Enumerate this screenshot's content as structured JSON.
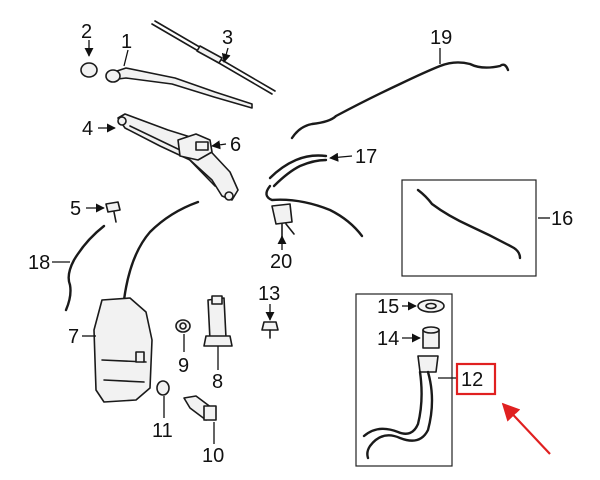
{
  "diagram": {
    "callouts": [
      {
        "id": "c1",
        "label": "1"
      },
      {
        "id": "c2",
        "label": "2"
      },
      {
        "id": "c3",
        "label": "3"
      },
      {
        "id": "c4",
        "label": "4"
      },
      {
        "id": "c5",
        "label": "5"
      },
      {
        "id": "c6",
        "label": "6"
      },
      {
        "id": "c7",
        "label": "7"
      },
      {
        "id": "c8",
        "label": "8"
      },
      {
        "id": "c9",
        "label": "9"
      },
      {
        "id": "c10",
        "label": "10"
      },
      {
        "id": "c11",
        "label": "11"
      },
      {
        "id": "c12",
        "label": "12"
      },
      {
        "id": "c13",
        "label": "13"
      },
      {
        "id": "c14",
        "label": "14"
      },
      {
        "id": "c15",
        "label": "15"
      },
      {
        "id": "c16",
        "label": "16"
      },
      {
        "id": "c17",
        "label": "17"
      },
      {
        "id": "c18",
        "label": "18"
      },
      {
        "id": "c19",
        "label": "19"
      },
      {
        "id": "c20",
        "label": "20"
      }
    ],
    "highlight": {
      "label": "12",
      "color": "#e02020"
    }
  }
}
